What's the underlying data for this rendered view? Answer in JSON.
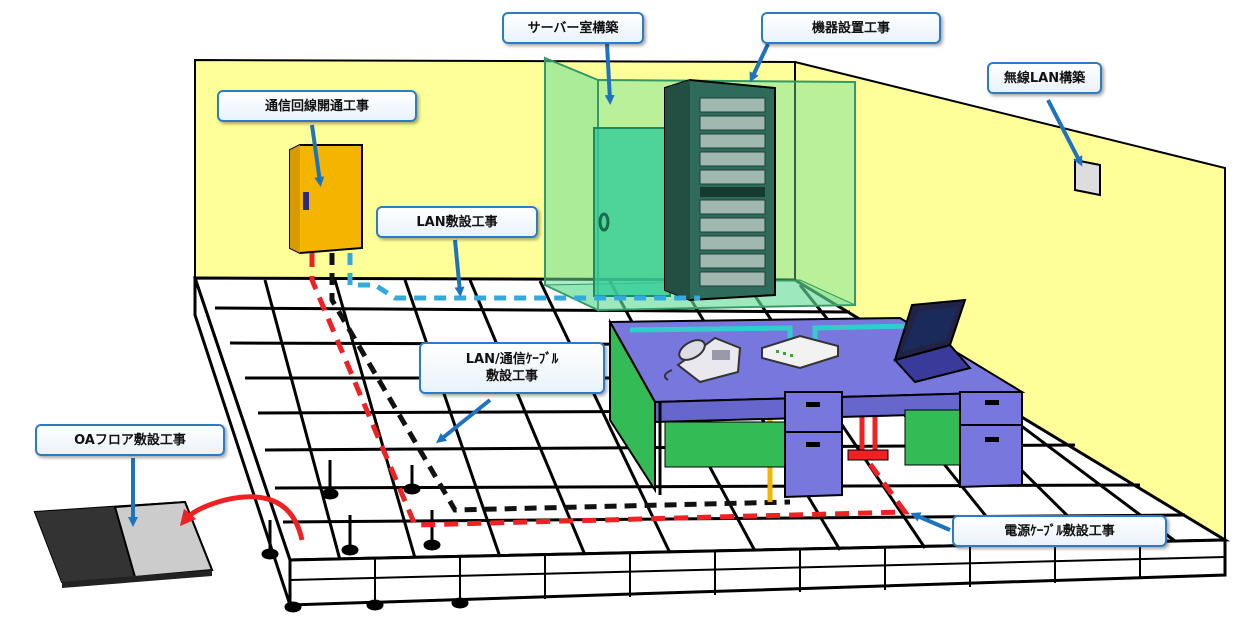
{
  "labels": {
    "server_room": "サーバー室構築",
    "equipment_install": "機器設置工事",
    "wireless_lan": "無線LAN構築",
    "telecom_line": "通信回線開通工事",
    "lan_cabling": "LAN敷設工事",
    "lan_telecom_cable_line1": "LAN/通信ｹｰﾌﾞﾙ",
    "lan_telecom_cable_line2": "敷設工事",
    "oa_floor": "OAフロア敷設工事",
    "power_cable": "電源ｹｰﾌﾞﾙ敷設工事"
  },
  "colors": {
    "wall": "#ffff99",
    "floor_tile": "#ffffff",
    "server_room_glass": "#66dd99",
    "server_rack": "#2f6b5a",
    "distribution_panel": "#f5b400",
    "desk_top": "#7777dd",
    "desk_body": "#33bb55",
    "lan_cable": "#33aadd",
    "telecom_cable": "#111111",
    "power_cable": "#ee2222",
    "callout_border": "#2a7cc7",
    "arrow": "#1e73be"
  }
}
